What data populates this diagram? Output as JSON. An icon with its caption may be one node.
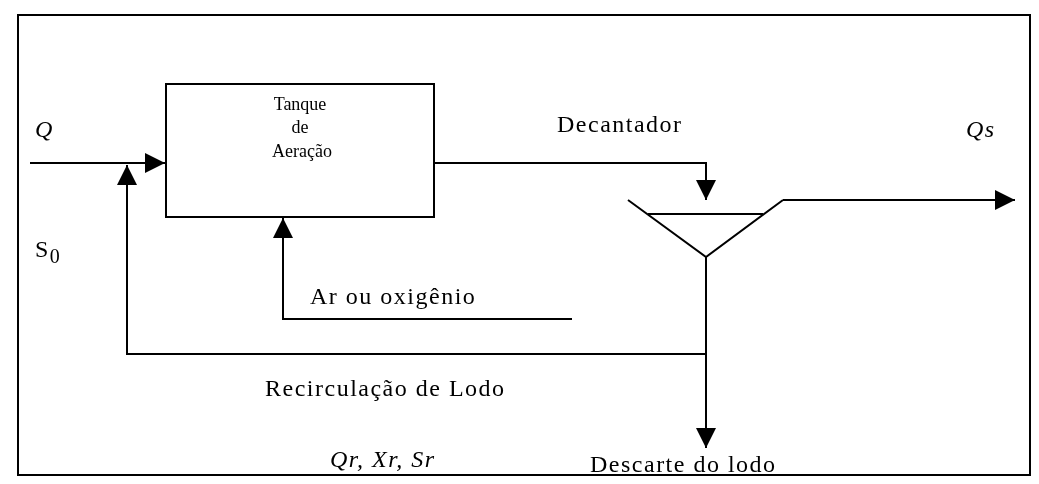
{
  "diagram": {
    "nodes": [
      {
        "text": [
          "Tanque de Aeração"
        ]
      },
      {
        "text": [
          "Decantador"
        ]
      },
      {
        "text": [
          "Ar ou oxigênio"
        ]
      },
      {
        "text": [
          "Descarte do lodo"
        ]
      }
    ],
    "edges": [
      {
        "from": null,
        "to": 0,
        "arrow": "to"
      },
      {
        "from": 0,
        "to": 1,
        "arrow": "to"
      },
      {
        "from": 1,
        "to": null,
        "arrow": "to"
      },
      {
        "from": 2,
        "to": 0,
        "arrow": "to"
      },
      {
        "from": 1,
        "to": 0,
        "arrow": "to"
      },
      {
        "from": 1,
        "to": 3,
        "arrow": "to"
      }
    ],
    "labels": [
      "Q",
      "Qs",
      "S$_{0}$",
      "Recirculação de Lodo",
      "Qr, Xr, Sr"
    ]
  }
}
